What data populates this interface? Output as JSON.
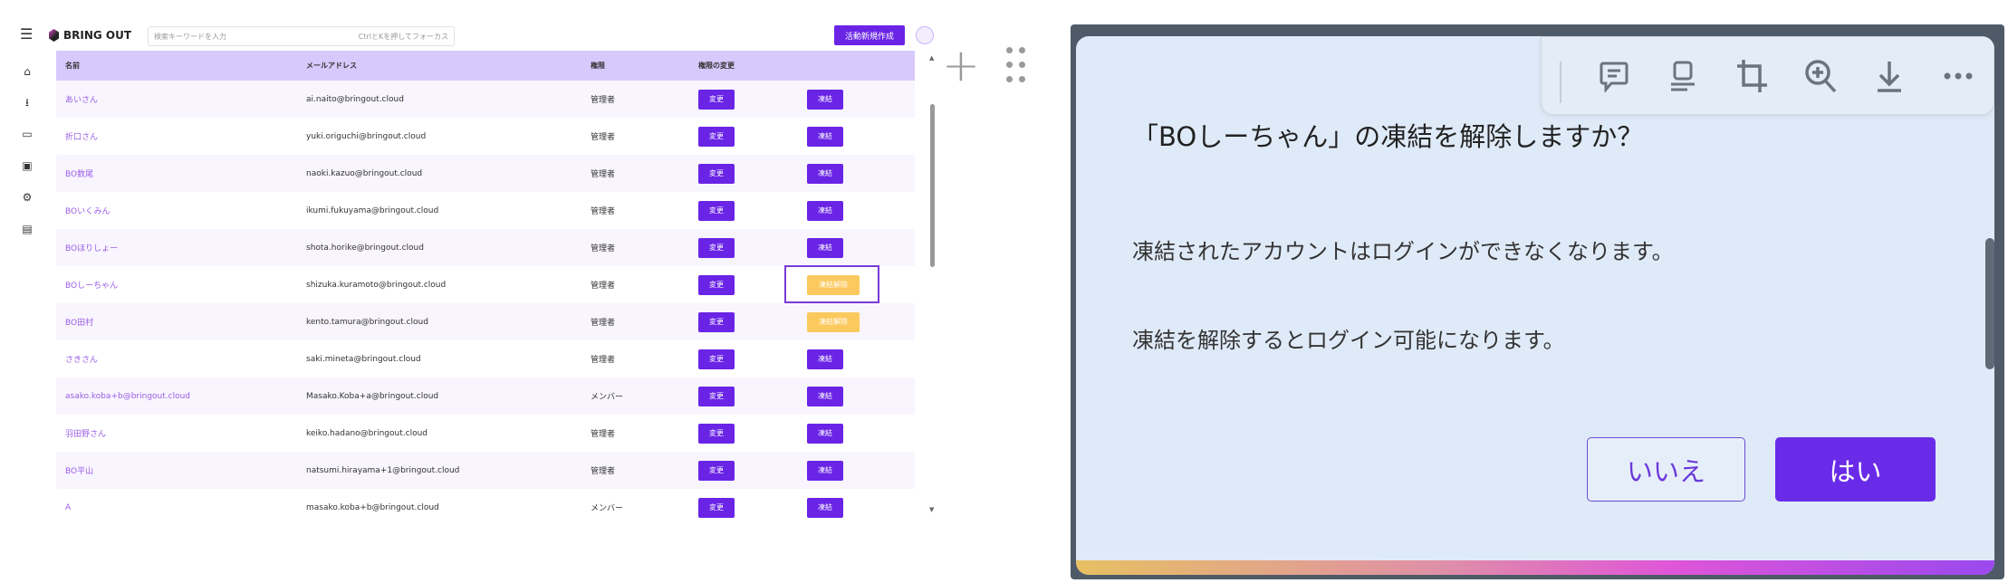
{
  "app": {
    "logo": "BRING OUT",
    "search_placeholder": "検索キーワードを入力",
    "search_hint": "CtrlとKを押してフォーカス",
    "create_button": "活動新規作成"
  },
  "sidebar": {
    "items": [
      "home-icon",
      "download-icon",
      "video-icon",
      "report-icon",
      "settings-icon",
      "building-icon"
    ]
  },
  "table": {
    "headers": [
      "名前",
      "メールアドレス",
      "権限",
      "権限の変更",
      ""
    ],
    "rows": [
      {
        "name": "あいさん",
        "email": "ai.naito@bringout.cloud",
        "role": "管理者",
        "change": "変更",
        "freeze": "凍結",
        "frozen": false
      },
      {
        "name": "折口さん",
        "email": "yuki.origuchi@bringout.cloud",
        "role": "管理者",
        "change": "変更",
        "freeze": "凍結",
        "frozen": false
      },
      {
        "name": "BO数尾",
        "email": "naoki.kazuo@bringout.cloud",
        "role": "管理者",
        "change": "変更",
        "freeze": "凍結",
        "frozen": false
      },
      {
        "name": "BOいくみん",
        "email": "ikumi.fukuyama@bringout.cloud",
        "role": "管理者",
        "change": "変更",
        "freeze": "凍結",
        "frozen": false
      },
      {
        "name": "BOほりしょー",
        "email": "shota.horike@bringout.cloud",
        "role": "管理者",
        "change": "変更",
        "freeze": "凍結",
        "frozen": false
      },
      {
        "name": "BOしーちゃん",
        "email": "shizuka.kuramoto@bringout.cloud",
        "role": "管理者",
        "change": "変更",
        "freeze": "凍結解除",
        "frozen": true
      },
      {
        "name": "BO田村",
        "email": "kento.tamura@bringout.cloud",
        "role": "管理者",
        "change": "変更",
        "freeze": "凍結解除",
        "frozen": true
      },
      {
        "name": "さきさん",
        "email": "saki.mineta@bringout.cloud",
        "role": "管理者",
        "change": "変更",
        "freeze": "凍結",
        "frozen": false
      },
      {
        "name": "asako.koba+b@bringout.cloud",
        "email": "Masako.Koba+a@bringout.cloud",
        "role": "メンバー",
        "change": "変更",
        "freeze": "凍結",
        "frozen": false
      },
      {
        "name": "羽田野さん",
        "email": "keiko.hadano@bringout.cloud",
        "role": "管理者",
        "change": "変更",
        "freeze": "凍結",
        "frozen": false
      },
      {
        "name": "BO平山",
        "email": "natsumi.hirayama+1@bringout.cloud",
        "role": "管理者",
        "change": "変更",
        "freeze": "凍結",
        "frozen": false
      },
      {
        "name": "A",
        "email": "masako.koba+b@bringout.cloud",
        "role": "メンバー",
        "change": "変更",
        "freeze": "凍結",
        "frozen": false
      }
    ]
  },
  "dialog": {
    "title": "「BOしーちゃん」の凍結を解除しますか？",
    "line1": "凍結されたアカウントはログインができなくなります。",
    "line2": "凍結を解除するとログイン可能になります。",
    "no": "いいえ",
    "yes": "はい"
  },
  "colors": {
    "accent": "#6a24e6",
    "header": "#d7c9fb",
    "unfreeze": "#fbc95d",
    "link": "#9b5de5"
  }
}
